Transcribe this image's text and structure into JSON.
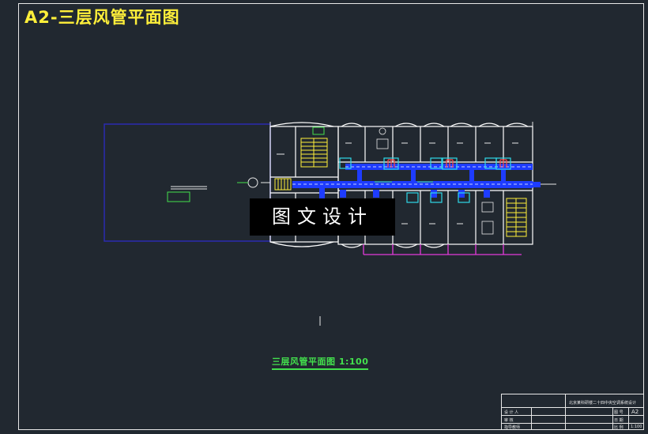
{
  "drawing": {
    "title": "A2-三层风管平面图",
    "watermark": "图文设计",
    "scale_label": "三层风管平面图 1:100"
  },
  "title_block": {
    "project": "北京某科研楼二十四中央空调系统设计",
    "designer": "设 计 人",
    "reviewer": "审 核",
    "instructor": "指导教师",
    "sheet_no_label": "图 号",
    "sheet_no": "A2",
    "date_label": "日 期",
    "scale_label": "比 例",
    "scale": "1:100"
  },
  "colors": {
    "background": "#212830",
    "frame": "#e8e8e8",
    "title": "#ffef3a",
    "walls": "#ffffff",
    "duct": "#1e3cff",
    "boundary": "#2a2ab0",
    "stairs": "#ffef3a",
    "green": "#43e04d",
    "magenta": "#e23ad9",
    "cyan": "#2fd8e8",
    "fan_coil": "#ff4848"
  }
}
